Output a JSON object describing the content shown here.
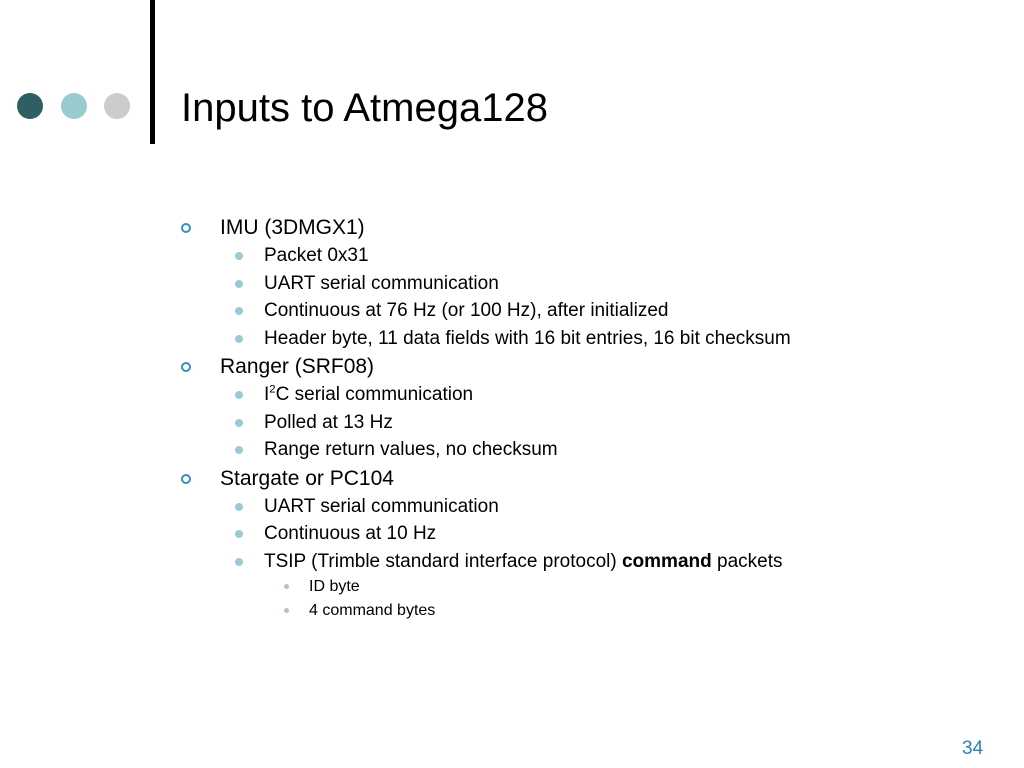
{
  "slide": {
    "title": "Inputs to Atmega128",
    "page_number": "34",
    "colors": {
      "dot1": "#2f5f65",
      "dot2": "#98cbce",
      "dot3": "#cccccc",
      "accent": "#3a8fb7"
    }
  },
  "bullets": {
    "imu": {
      "label": "IMU (3DMGX1)",
      "items": [
        "Packet 0x31",
        "UART serial communication",
        "Continuous at 76 Hz (or 100 Hz), after initialized",
        "Header byte, 11 data fields with 16 bit entries, 16 bit checksum"
      ]
    },
    "ranger": {
      "label": "Ranger (SRF08)",
      "i2c_prefix": "I",
      "i2c_sup": "2",
      "i2c_rest": "C serial communication",
      "items": [
        "Polled at 13 Hz",
        "Range return values, no checksum"
      ]
    },
    "stargate": {
      "label": "Stargate or PC104",
      "items": [
        "UART serial communication",
        "Continuous at 10 Hz"
      ],
      "tsip_before": "TSIP (Trimble standard interface protocol) ",
      "tsip_bold": "command",
      "tsip_after": " packets",
      "sub_items": [
        "ID byte",
        "4 command bytes"
      ]
    }
  }
}
